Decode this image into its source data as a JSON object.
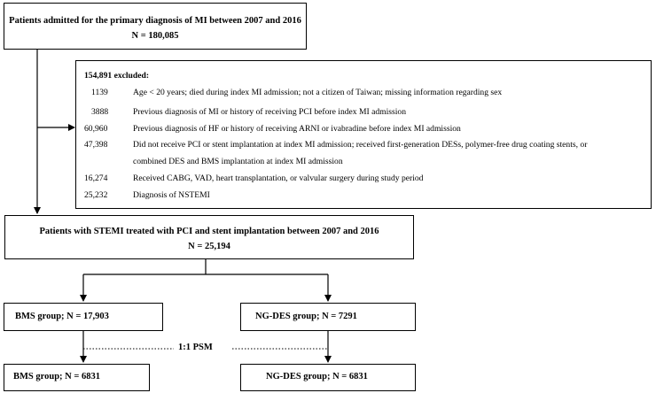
{
  "top_box": {
    "title": "Patients admitted for the primary diagnosis of MI between 2007 and 2016",
    "count": "N = 180,085"
  },
  "excluded_box": {
    "header": "154,891 excluded:",
    "items": [
      {
        "n": "1139",
        "text": "Age < 20 years; died during index MI admission; not a citizen of Taiwan; missing information regarding sex"
      },
      {
        "n": "3888",
        "text": "Previous diagnosis of MI or history of receiving PCI before index MI admission"
      },
      {
        "n": "60,960",
        "text": "Previous diagnosis of HF or history of receiving ARNI or ivabradine before index MI admission"
      },
      {
        "n": "47,398",
        "text": "Did not receive PCI or stent implantation at index MI admission; received first-generation DESs, polymer-free drug coating stents, or",
        "text2": "combined DES and BMS implantation at index MI admission"
      },
      {
        "n": "16,274",
        "text": "Received CABG, VAD, heart transplantation, or valvular surgery during study period"
      },
      {
        "n": "25,232",
        "text": "Diagnosis of NSTEMI"
      }
    ]
  },
  "stemi_box": {
    "title": "Patients with STEMI treated with PCI and stent implantation between 2007 and 2016",
    "count": "N = 25,194"
  },
  "bms_box": {
    "label": "BMS group; N = 17,903"
  },
  "ngdes_box": {
    "label": "NG-DES group; N = 7291"
  },
  "psm_label": "1:1 PSM",
  "bms_matched": {
    "label": "BMS group; N = 6831"
  },
  "ngdes_matched": {
    "label": "NG-DES group; N = 6831"
  }
}
